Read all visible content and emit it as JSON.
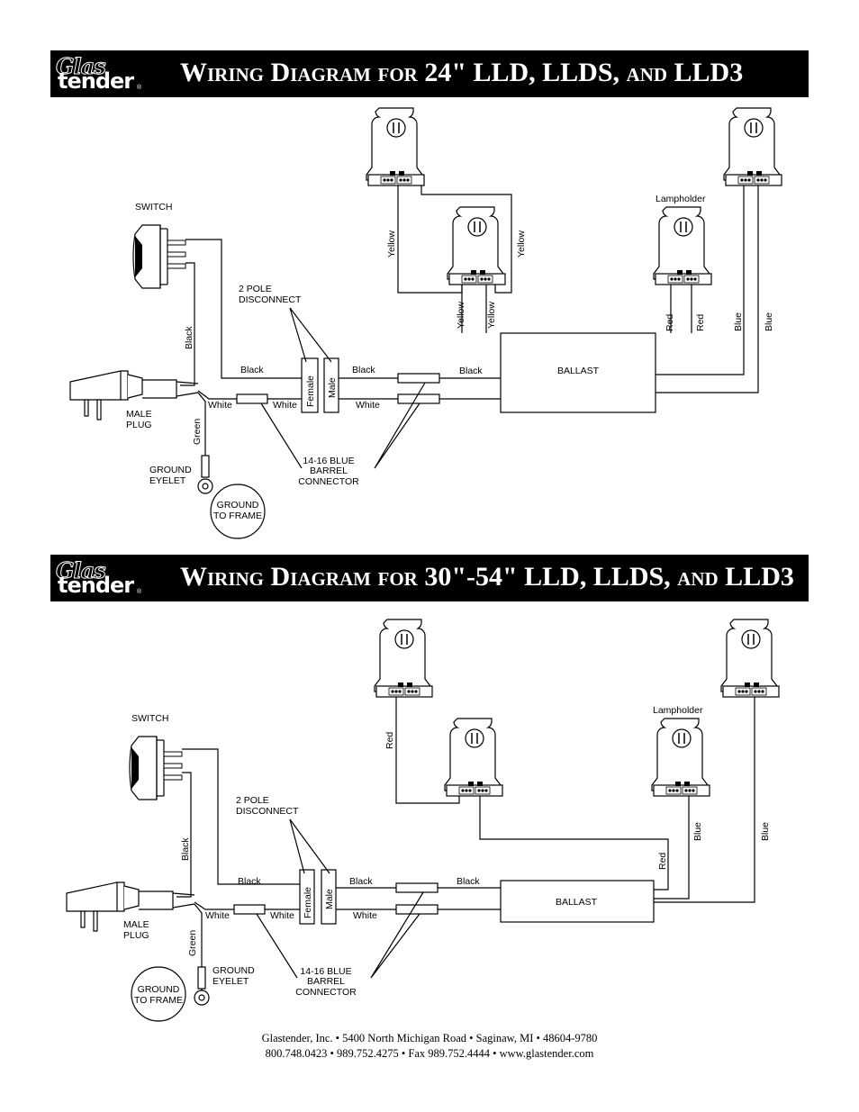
{
  "brand": {
    "logo_top": "Glas",
    "logo_bottom": "tender",
    "registered": "®"
  },
  "diagram1": {
    "title": "Wiring Diagram for 24\" LLD, LLDS, and LLD3",
    "switch": "SWITCH",
    "lampholder": "Lampholder",
    "disconnect_1": "2 POLE",
    "disconnect_2": "DISCONNECT",
    "black_vertical": "Black",
    "black_1": "Black",
    "black_2": "Black",
    "black_3": "Black",
    "female": "Female",
    "male": "Male",
    "white_1": "White",
    "white_2": "White",
    "white_3": "White",
    "green": "Green",
    "male_plug_1": "MALE",
    "male_plug_2": "PLUG",
    "ground_eyelet_1": "GROUND",
    "ground_eyelet_2": "EYELET",
    "ground_frame_1": "GROUND",
    "ground_frame_2": "TO FRAME",
    "barrel_1": "14-16 BLUE",
    "barrel_2": "BARREL",
    "barrel_3": "CONNECTOR",
    "ballast": "BALLAST",
    "yellow_1": "Yellow",
    "yellow_2": "Yellow",
    "yellow_3": "Yellow",
    "yellow_4": "Yellow",
    "red_1": "Red",
    "red_2": "Red",
    "blue_1": "Blue",
    "blue_2": "Blue"
  },
  "diagram2": {
    "title": "Wiring Diagram for 30\"-54\" LLD, LLDS, and LLD3",
    "switch": "SWITCH",
    "lampholder": "Lampholder",
    "disconnect_1": "2 POLE",
    "disconnect_2": "DISCONNECT",
    "black_vertical": "Black",
    "black_1": "Black",
    "black_2": "Black",
    "black_3": "Black",
    "female": "Female",
    "male": "Male",
    "white_1": "White",
    "white_2": "White",
    "white_3": "White",
    "green": "Green",
    "male_plug_1": "MALE",
    "male_plug_2": "PLUG",
    "ground_eyelet_1": "GROUND",
    "ground_eyelet_2": "EYELET",
    "ground_frame_1": "GROUND",
    "ground_frame_2": "TO FRAME",
    "barrel_1": "14-16 BLUE",
    "barrel_2": "BARREL",
    "barrel_3": "CONNECTOR",
    "ballast": "BALLAST",
    "red_1": "Red",
    "red_2": "Red",
    "blue_1": "Blue",
    "blue_2": "Blue"
  },
  "footer": {
    "line1": "Glastender, Inc.  •  5400 North Michigan Road •  Saginaw, MI  •  48604-9780",
    "line2": "800.748.0423  •  989.752.4275  •  Fax 989.752.4444  •  www.glastender.com"
  }
}
